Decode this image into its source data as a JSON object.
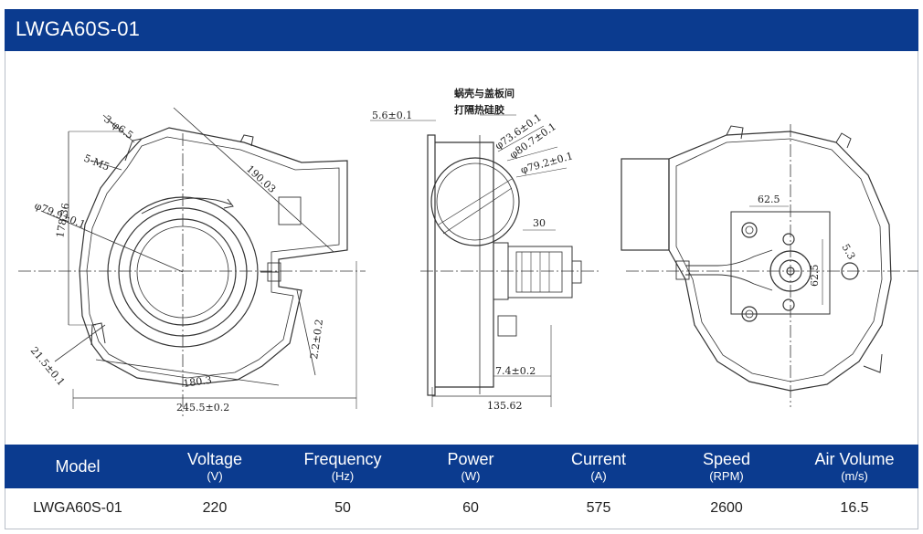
{
  "header": {
    "title": "LWGA60S-01"
  },
  "colors": {
    "header_bg": "#0b3b8f",
    "header_text": "#ffffff",
    "line": "#333333"
  },
  "drawing": {
    "left_view": {
      "dims": [
        "3-φ6.5",
        "5-M5",
        "178.36",
        "φ79.9±0.1",
        "190.03",
        "2.2±0.2",
        "21.5±0.1",
        "180.3",
        "245.5±0.2"
      ]
    },
    "side_view": {
      "note_line1": "蜗壳与盖板间",
      "note_line2": "打隔热硅胶",
      "dims": [
        "5.6±0.1",
        "φ73.6±0.1",
        "φ80.7±0.1",
        "φ79.2±0.1",
        "30",
        "7.4±0.2",
        "135.62"
      ]
    },
    "right_view": {
      "dims": [
        "62.5",
        "62.5",
        "5.3"
      ]
    }
  },
  "table": {
    "headers": [
      {
        "label": "Model",
        "unit": ""
      },
      {
        "label": "Voltage",
        "unit": "(V)"
      },
      {
        "label": "Frequency",
        "unit": "(Hz)"
      },
      {
        "label": "Power",
        "unit": "(W)"
      },
      {
        "label": "Current",
        "unit": "(A)"
      },
      {
        "label": "Speed",
        "unit": "(RPM)"
      },
      {
        "label": "Air Volume",
        "unit": "(m/s)"
      }
    ],
    "rows": [
      [
        "LWGA60S-01",
        "220",
        "50",
        "60",
        "575",
        "2600",
        "16.5"
      ]
    ]
  }
}
